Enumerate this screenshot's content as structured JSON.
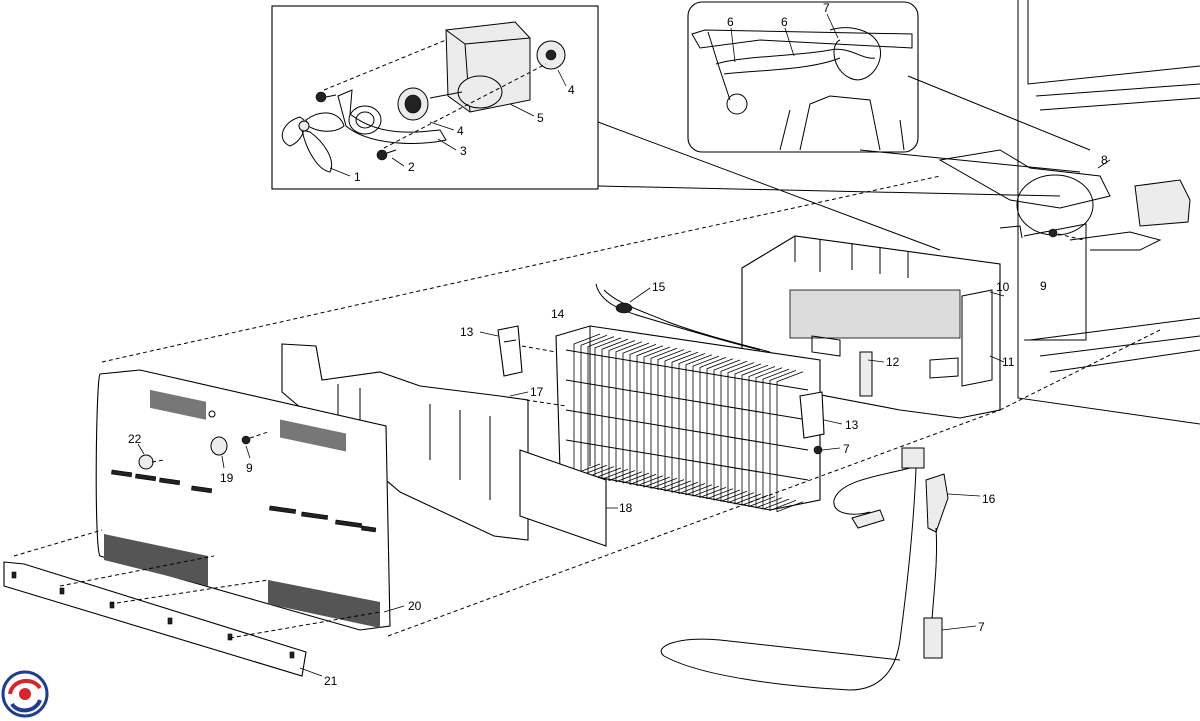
{
  "callouts": {
    "c1": "1",
    "c2": "2",
    "c3": "3",
    "c4a": "4",
    "c4b": "4",
    "c5": "5",
    "c6a": "6",
    "c6b": "6",
    "c7a": "7",
    "c7b": "7",
    "c7c": "7",
    "c8": "8",
    "c9a": "9",
    "c9b": "9",
    "c10": "10",
    "c11": "11",
    "c12": "12",
    "c13a": "13",
    "c13b": "13",
    "c14": "14",
    "c15": "15",
    "c16": "16",
    "c17": "17",
    "c18": "18",
    "c19": "19",
    "c20": "20",
    "c21": "21",
    "c22": "22"
  },
  "logo": {
    "icon": "brand-swirl-icon",
    "colors": [
      "#1f3c8f",
      "#d6262c"
    ]
  },
  "colors": {
    "line": "#000000",
    "background": "#ffffff",
    "panel": "#ececec"
  }
}
